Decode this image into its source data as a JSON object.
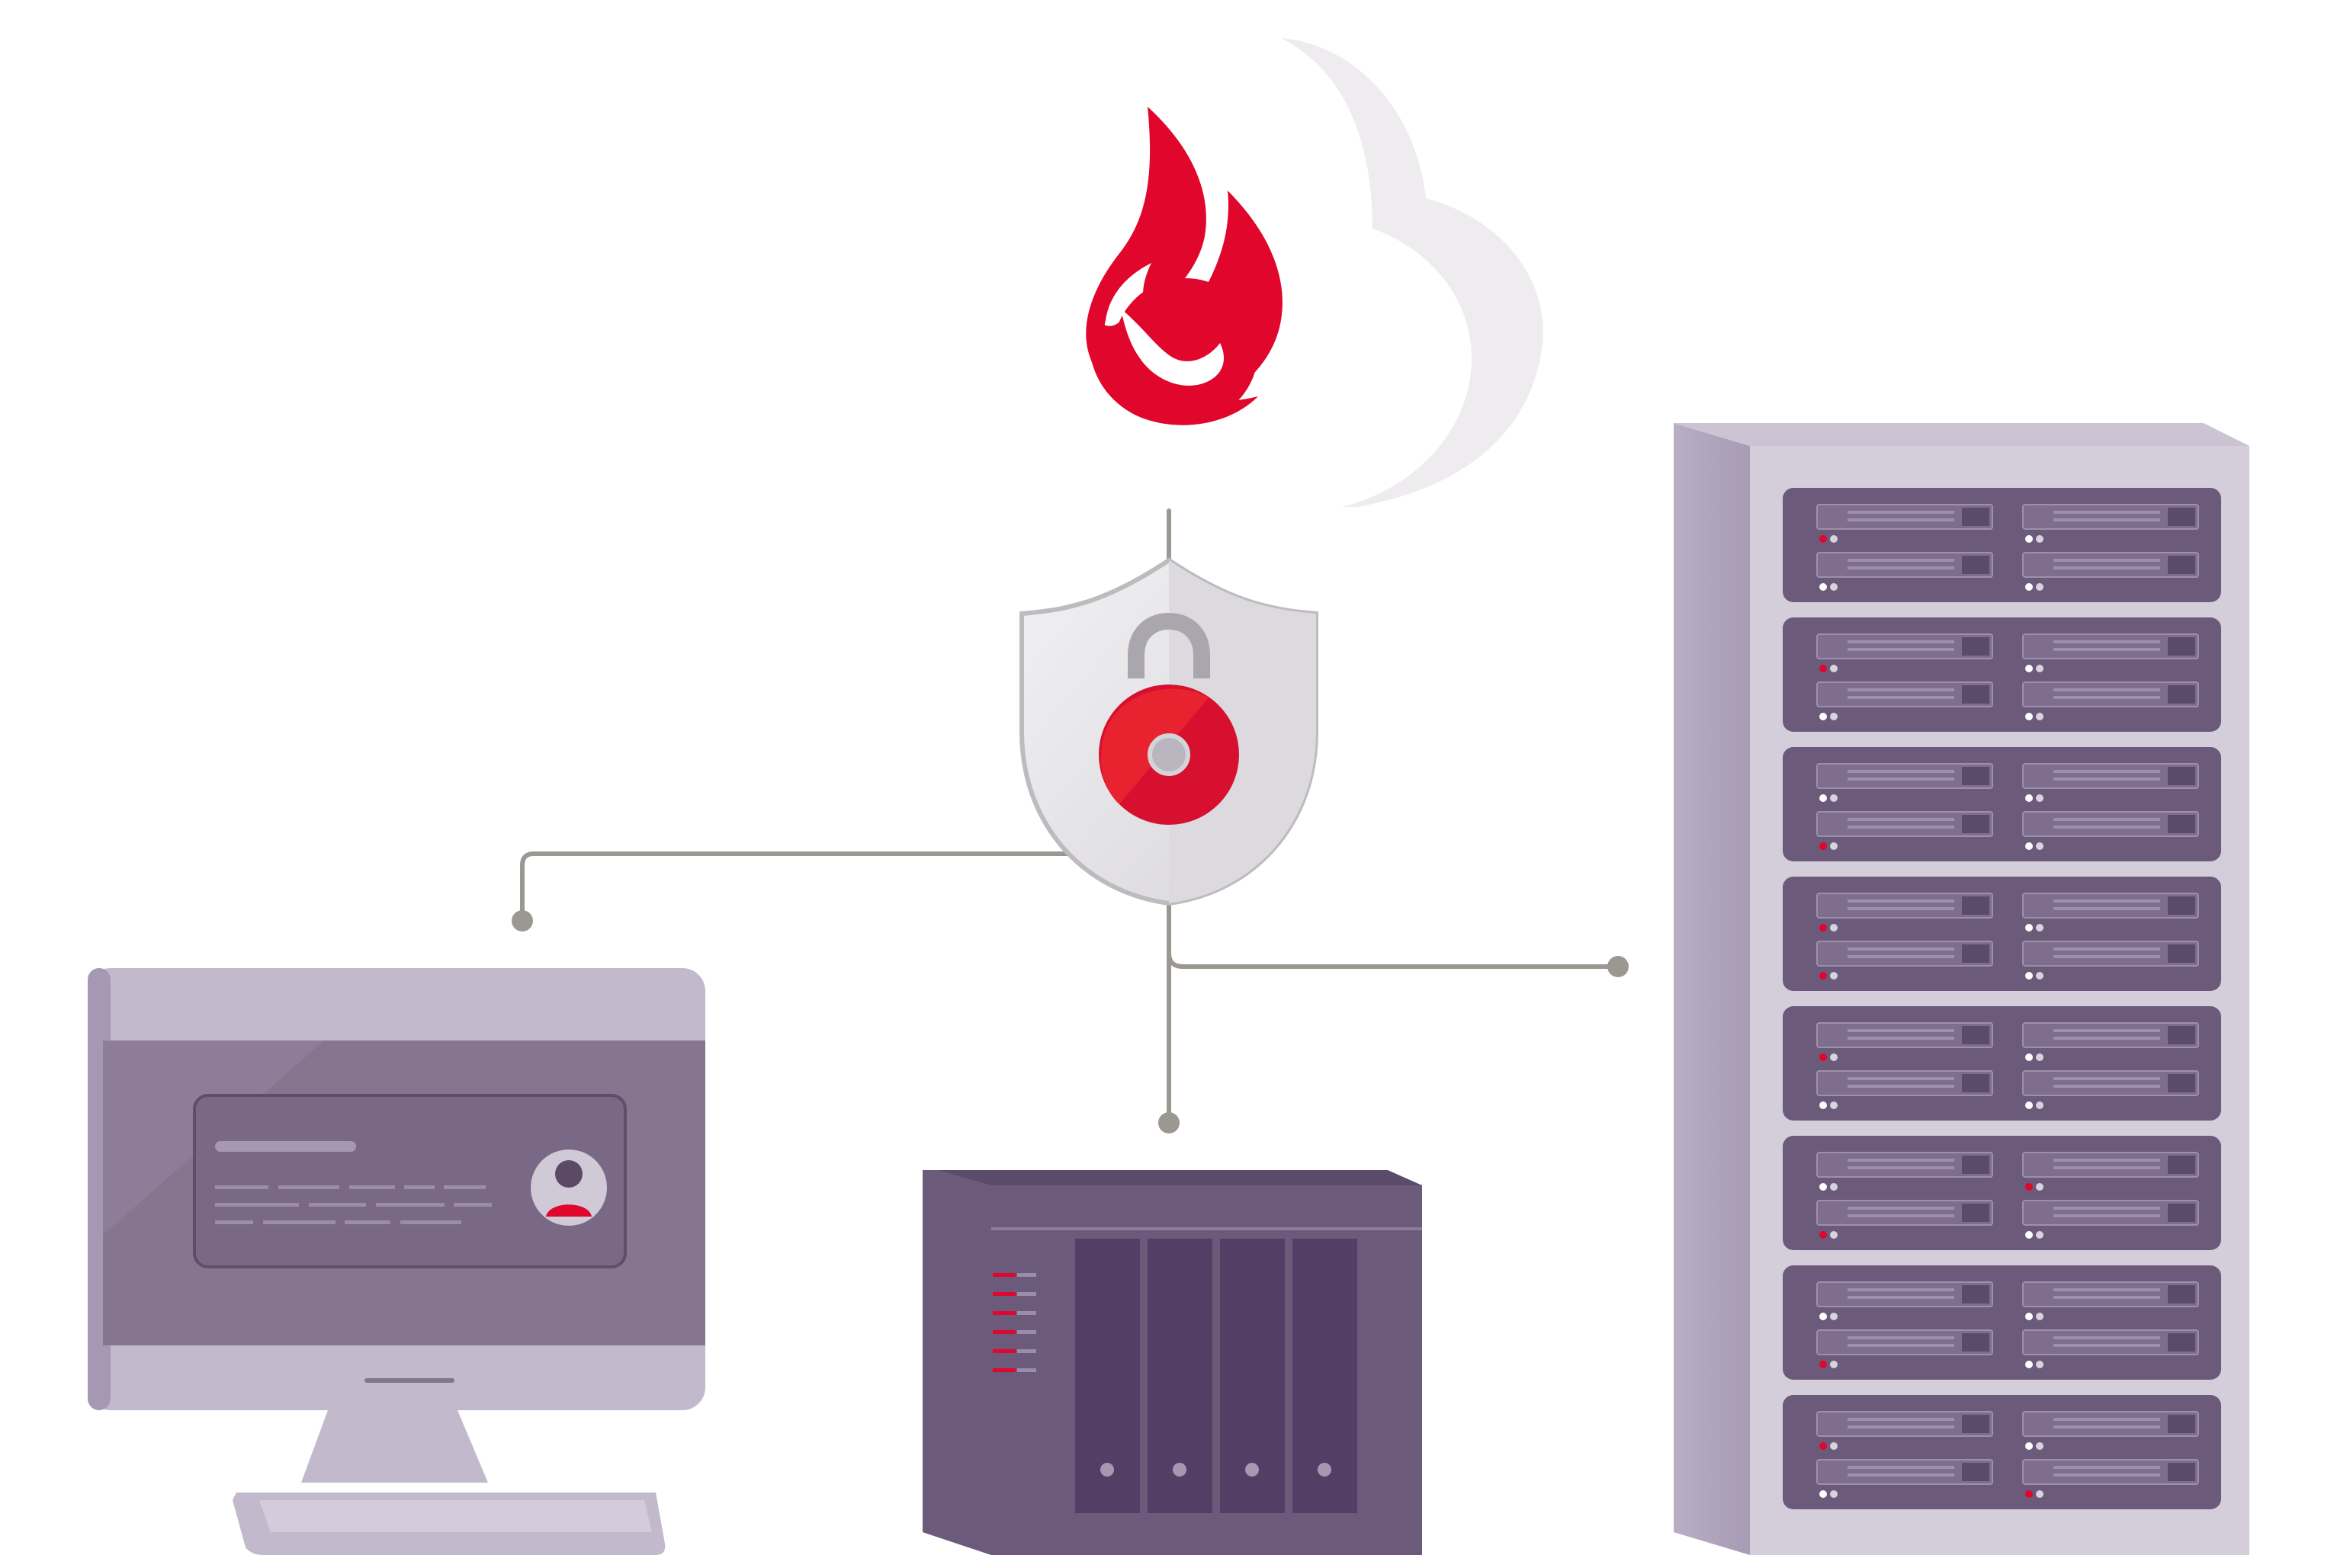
{
  "diagram": {
    "nodes": [
      {
        "id": "cloud",
        "icon": "cloud-icon"
      },
      {
        "id": "logo",
        "icon": "flame-logo-icon"
      },
      {
        "id": "security",
        "icon": "shield-lock-icon"
      },
      {
        "id": "computer",
        "icon": "desktop-computer-icon"
      },
      {
        "id": "nas",
        "icon": "nas-storage-icon"
      },
      {
        "id": "rack",
        "icon": "server-rack-icon"
      }
    ],
    "edges": [
      {
        "from": "logo",
        "to": "security"
      },
      {
        "from": "security",
        "to": "computer"
      },
      {
        "from": "security",
        "to": "nas"
      },
      {
        "from": "security",
        "to": "rack"
      }
    ]
  },
  "colors": {
    "brand_red": "#e1062c",
    "lock_red": "#d7102f",
    "connector_gray": "#9b9892",
    "device_purple_dark": "#6b5a7a",
    "device_purple_light": "#c3b9cc",
    "cloud_gray": "#eeecef",
    "status_led_red": "#e1062c",
    "status_led_white": "#ffffff"
  },
  "screen": {
    "avatar_icon": "user-avatar-icon"
  },
  "rack": {
    "unit_count": 8
  },
  "nas": {
    "bay_count": 4,
    "led_count": 6
  }
}
